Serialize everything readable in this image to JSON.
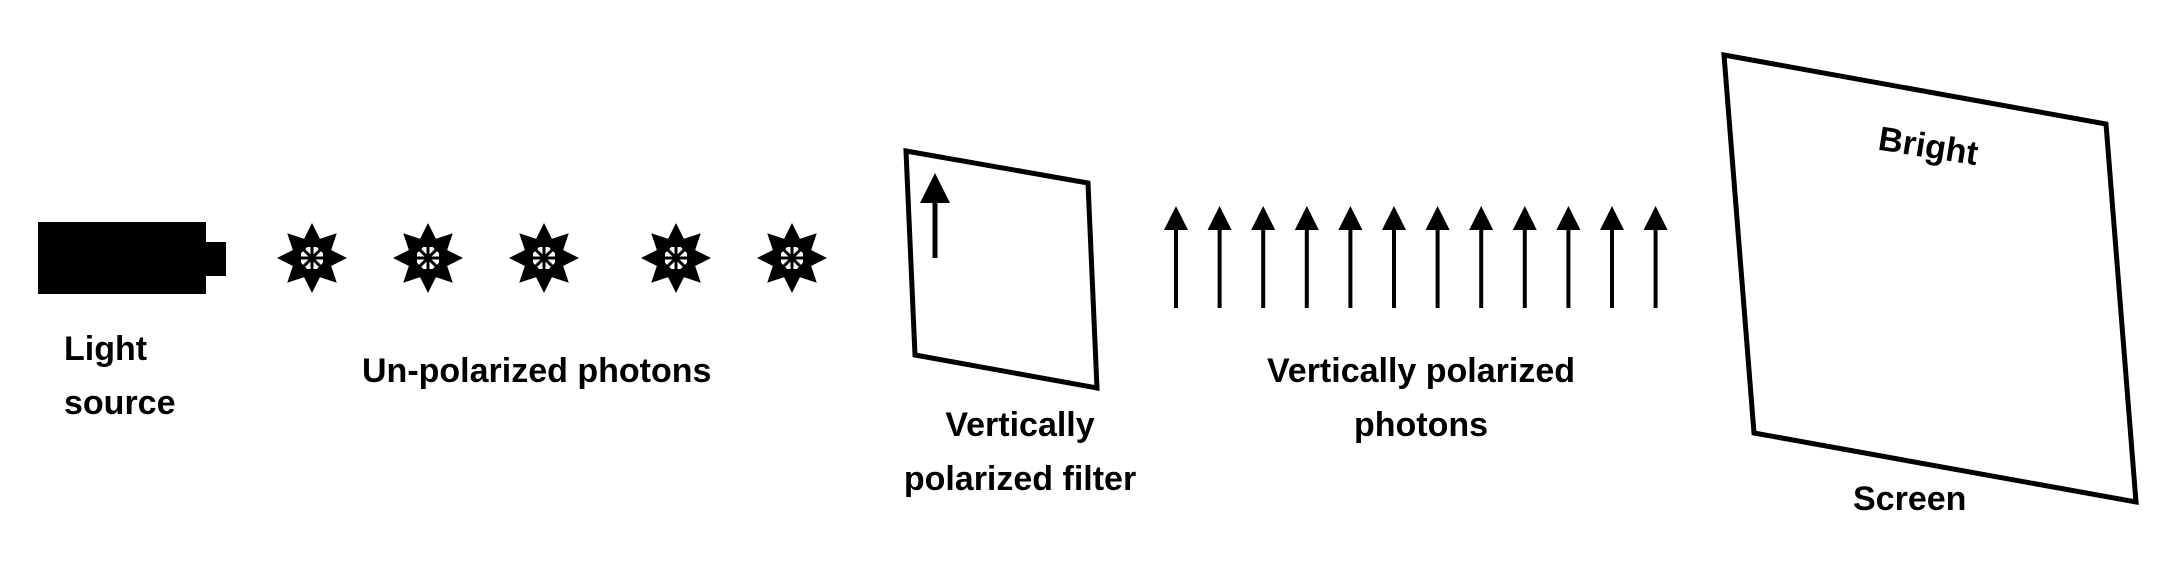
{
  "labels": {
    "light_source": [
      "Light",
      "source"
    ],
    "unpolarized_photons": "Un-polarized photons",
    "filter": [
      "Vertically",
      "polarized filter"
    ],
    "vertically_polarized_photons": [
      "Vertically polarized",
      "photons"
    ],
    "bright": "Bright",
    "screen": "Screen"
  },
  "counts": {
    "unpolarized_photons": 5,
    "polarized_photons": 12
  },
  "colors": {
    "ink": "#000000",
    "background": "#ffffff"
  }
}
